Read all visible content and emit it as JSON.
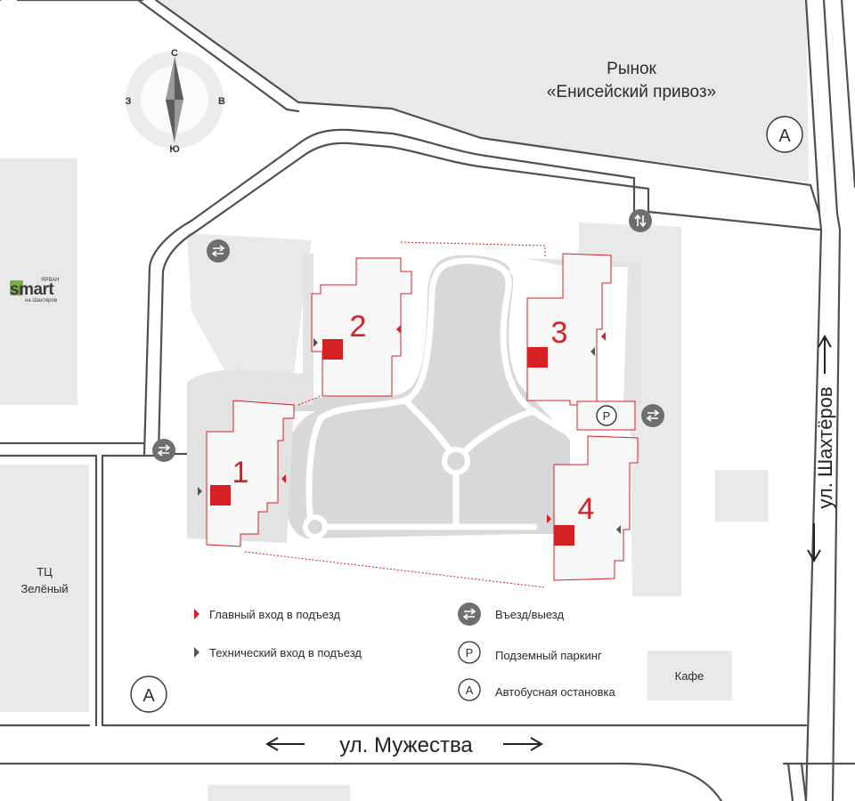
{
  "compass": {
    "north": "С",
    "south": "Ю",
    "west": "З",
    "east": "В"
  },
  "places": {
    "market_line1": "Рынок",
    "market_line2": "«Енисейский привоз»",
    "mall_line1": "ТЦ",
    "mall_line2": "Зелёный",
    "cafe": "Кафе",
    "smart_brand": "smart",
    "smart_top": "ЯРВАН",
    "smart_sub": "на Шахтёров"
  },
  "streets": {
    "muzhestva": "ул. Мужества",
    "shakhterov": "ул. Шахтёров"
  },
  "buildings": [
    {
      "number": "1"
    },
    {
      "number": "2"
    },
    {
      "number": "3"
    },
    {
      "number": "4"
    }
  ],
  "symbols": {
    "parking": "P",
    "bus": "A"
  },
  "legend": {
    "main_entrance": "Главный вход в подъезд",
    "tech_entrance": "Технический вход в подъезд",
    "entry_exit": "Въезд/выезд",
    "parking": "Подземный паркинг",
    "bus_stop": "Автобусная остановка"
  },
  "colors": {
    "accent": "#d62023",
    "block": "#e9e9ea",
    "courtyard": "#d7d8d9",
    "road_line": "#505050",
    "icon_fill": "#6e6e70",
    "smart_green": "#7cae3d"
  }
}
